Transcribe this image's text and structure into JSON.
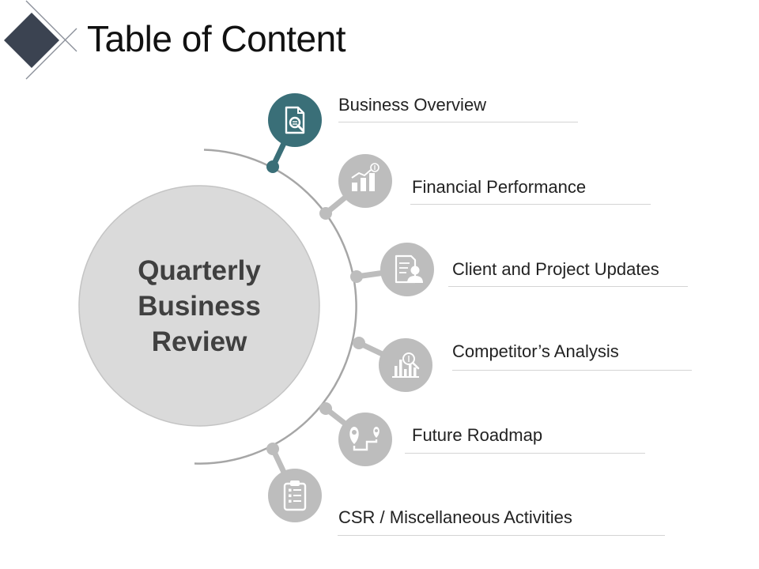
{
  "slide": {
    "title": "Table of Content",
    "center": {
      "lines": [
        "Quarterly",
        "Business",
        "Review"
      ]
    },
    "items": [
      {
        "label": "Business Overview",
        "icon": "document-search-icon",
        "highlighted": true
      },
      {
        "label": "Financial Performance",
        "icon": "growth-chart-icon",
        "highlighted": false
      },
      {
        "label": "Client and Project Updates",
        "icon": "client-document-icon",
        "highlighted": false
      },
      {
        "label": "Competitor’s Analysis",
        "icon": "market-analysis-icon",
        "highlighted": false
      },
      {
        "label": "Future Roadmap",
        "icon": "route-map-icon",
        "highlighted": false
      },
      {
        "label": "CSR / Miscellaneous Activities",
        "icon": "clipboard-list-icon",
        "highlighted": false
      }
    ]
  },
  "colors": {
    "accent": "#3a6f78",
    "icon_gray": "#bdbdbd",
    "center_circle": "#dadada",
    "arc": "#a6a6a6",
    "logo_diamond": "#3b4351"
  }
}
